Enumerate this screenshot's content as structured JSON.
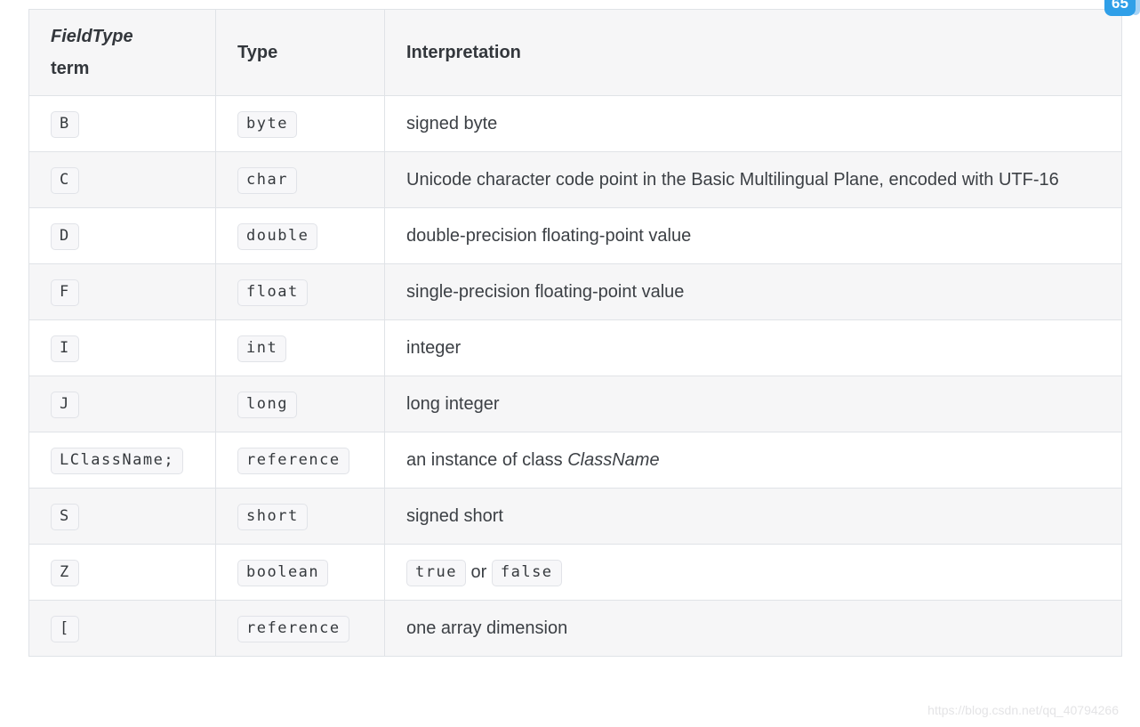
{
  "overlay": {
    "counter_badge": {
      "label": "65",
      "color": "#2f9fe8",
      "secondary_color": "#a6d3f6"
    }
  },
  "watermark": {
    "text": "https://blog.csdn.net/qq_40794266",
    "color": "#e4e4e6"
  },
  "table": {
    "header": {
      "col1_line1": "FieldType",
      "col1_line2": "term",
      "col2": "Type",
      "col3": "Interpretation"
    },
    "rows": [
      {
        "term": "B",
        "type": "byte",
        "interp": [
          {
            "t": "text",
            "v": "signed byte"
          }
        ]
      },
      {
        "term": "C",
        "type": "char",
        "interp": [
          {
            "t": "text",
            "v": "Unicode character code point in the Basic Multilingual Plane, encoded with UTF-16"
          }
        ]
      },
      {
        "term": "D",
        "type": "double",
        "interp": [
          {
            "t": "text",
            "v": "double-precision floating-point value"
          }
        ]
      },
      {
        "term": "F",
        "type": "float",
        "interp": [
          {
            "t": "text",
            "v": "single-precision floating-point value"
          }
        ]
      },
      {
        "term": "I",
        "type": "int",
        "interp": [
          {
            "t": "text",
            "v": "integer"
          }
        ]
      },
      {
        "term": "J",
        "type": "long",
        "interp": [
          {
            "t": "text",
            "v": "long integer"
          }
        ]
      },
      {
        "term": "LClassName;",
        "type": "reference",
        "interp": [
          {
            "t": "text",
            "v": "an instance of class "
          },
          {
            "t": "italic",
            "v": "ClassName"
          }
        ]
      },
      {
        "term": "S",
        "type": "short",
        "interp": [
          {
            "t": "text",
            "v": "signed short"
          }
        ]
      },
      {
        "term": "Z",
        "type": "boolean",
        "interp": [
          {
            "t": "code",
            "v": "true"
          },
          {
            "t": "text",
            "v": " or "
          },
          {
            "t": "code",
            "v": "false"
          }
        ]
      },
      {
        "term": "[",
        "type": "reference",
        "interp": [
          {
            "t": "text",
            "v": "one array dimension"
          }
        ]
      }
    ]
  },
  "colors": {
    "row_alt_bg": "#f6f6f7",
    "border": "#e0e3e7",
    "text": "#3c4045",
    "chip_bg": "#f7f7f9",
    "chip_border": "#e1e3e8"
  }
}
